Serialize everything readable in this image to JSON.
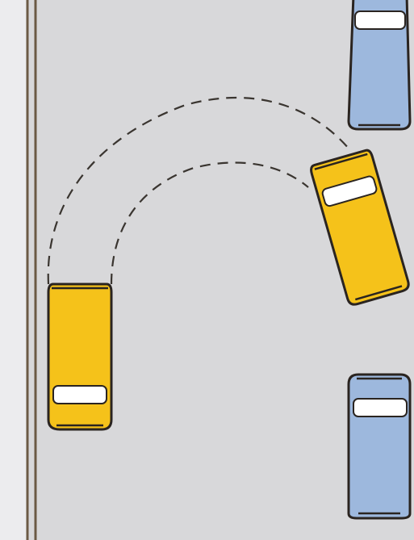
{
  "colors": {
    "road": "#d8d8da",
    "kerb_strip": "#ededee",
    "kerb_line": "#6b5a45",
    "car_moving": "#f5c21a",
    "car_parked": "#9db8dd",
    "car_outline": "#2a2420",
    "window": "#ffffff",
    "path_line": "#3a3530"
  },
  "diagram": {
    "description_items": [
      "parked-car-top",
      "moving-car-start",
      "moving-car-end",
      "parked-car-bottom",
      "turn-path-outer",
      "turn-path-inner"
    ]
  }
}
